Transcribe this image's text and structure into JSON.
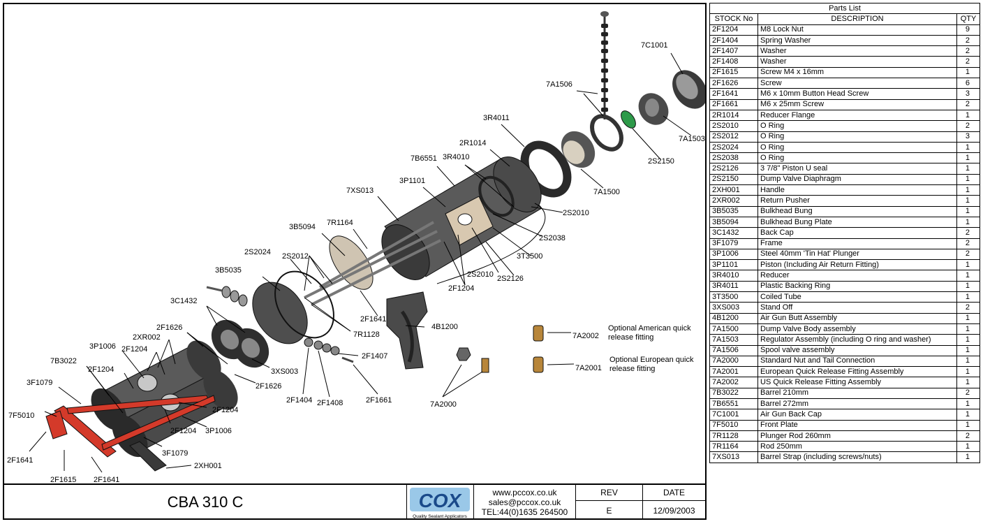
{
  "drawing": {
    "labels": {
      "l_7C1001": "7C1001",
      "l_7A1506": "7A1506",
      "l_7A1503": "7A1503",
      "l_2S2150": "2S2150",
      "l_3R4011": "3R4011",
      "l_7A1500": "7A1500",
      "l_2R1014": "2R1014",
      "l_7B6551": "7B6551",
      "l_3R4010": "3R4010",
      "l_2S2010a": "2S2010",
      "l_3P1101": "3P1101",
      "l_7XS013": "7XS013",
      "l_2S2038": "2S2038",
      "l_3T3500": "3T3500",
      "l_7R1164": "7R1164",
      "l_3B5094": "3B5094",
      "l_2S2010b": "2S2010",
      "l_2S2126": "2S2126",
      "l_2F1204a": "2F1204",
      "l_2S2024": "2S2024",
      "l_2S2012": "2S2012",
      "l_3B5035": "3B5035",
      "l_2F1641a": "2F1641",
      "l_7R1128": "7R1128",
      "l_4B1200": "4B1200",
      "l_3C1432": "3C1432",
      "l_2F1626a": "2F1626",
      "l_2XR002": "2XR002",
      "l_2F1204b": "2F1204",
      "l_3P1006a": "3P1006",
      "l_7B3022": "7B3022",
      "l_2F1204c": "2F1204",
      "l_3F1079a": "3F1079",
      "l_3XS003": "3XS003",
      "l_2F1626b": "2F1626",
      "l_2F1407": "2F1407",
      "l_2F1404": "2F1404",
      "l_2F1408": "2F1408",
      "l_2F1661": "2F1661",
      "l_7A2000": "7A2000",
      "l_7A2002": "7A2002",
      "l_7A2001": "7A2001",
      "l_7F5010": "7F5010",
      "l_2F1204d": "2F1204",
      "l_2F1204e": "2F1204",
      "l_3P1006b": "3P1006",
      "l_3F1079b": "3F1079",
      "l_2F1641b": "2F1641",
      "l_2F1615": "2F1615",
      "l_2F1641c": "2F1641",
      "l_2XH001": "2XH001"
    },
    "notes": {
      "american_1": "Optional American quick",
      "american_2": "release fitting",
      "european_1": "Optional European quick",
      "european_2": "release fitting"
    },
    "colors": {
      "frame": "#d43a2a",
      "diaphragm": "#2e9a4a",
      "body_dark": "#3a3a3a",
      "body_mid": "#6a6a6a",
      "brass": "#b8863a"
    }
  },
  "title_block": {
    "title": "CBA 310 C",
    "logo_text": "COX",
    "logo_tagline": "Quality Sealant Applicators",
    "website": "www.pccox.co.uk",
    "email": "sales@pccox.co.uk",
    "phone": "TEL:44(0)1635 264500",
    "rev_label": "REV",
    "rev_value": "E",
    "date_label": "DATE",
    "date_value": "12/09/2003"
  },
  "parts_list": {
    "caption": "Parts List",
    "headers": {
      "stock": "STOCK No",
      "desc": "DESCRIPTION",
      "qty": "QTY"
    },
    "rows": [
      {
        "stock": "2F1204",
        "desc": "M8 Lock Nut",
        "qty": "9"
      },
      {
        "stock": "2F1404",
        "desc": "Spring Washer",
        "qty": "2"
      },
      {
        "stock": "2F1407",
        "desc": "Washer",
        "qty": "2"
      },
      {
        "stock": "2F1408",
        "desc": "Washer",
        "qty": "2"
      },
      {
        "stock": "2F1615",
        "desc": "Screw M4 x 16mm",
        "qty": "1"
      },
      {
        "stock": "2F1626",
        "desc": "Screw",
        "qty": "6"
      },
      {
        "stock": "2F1641",
        "desc": "M6 x 10mm Button Head Screw",
        "qty": "3"
      },
      {
        "stock": "2F1661",
        "desc": "M6 x 25mm Screw",
        "qty": "2"
      },
      {
        "stock": "2R1014",
        "desc": "Reducer Flange",
        "qty": "1"
      },
      {
        "stock": "2S2010",
        "desc": "O Ring",
        "qty": "2"
      },
      {
        "stock": "2S2012",
        "desc": "O Ring",
        "qty": "3"
      },
      {
        "stock": "2S2024",
        "desc": "O Ring",
        "qty": "1"
      },
      {
        "stock": "2S2038",
        "desc": "O Ring",
        "qty": "1"
      },
      {
        "stock": "2S2126",
        "desc": "3 7/8\" Piston U seal",
        "qty": "1"
      },
      {
        "stock": "2S2150",
        "desc": "Dump Valve Diaphragm",
        "qty": "1"
      },
      {
        "stock": "2XH001",
        "desc": "Handle",
        "qty": "1"
      },
      {
        "stock": "2XR002",
        "desc": "Return Pusher",
        "qty": "1"
      },
      {
        "stock": "3B5035",
        "desc": "Bulkhead Bung",
        "qty": "1"
      },
      {
        "stock": "3B5094",
        "desc": "Bulkhead Bung Plate",
        "qty": "1"
      },
      {
        "stock": "3C1432",
        "desc": "Back Cap",
        "qty": "2"
      },
      {
        "stock": "3F1079",
        "desc": "Frame",
        "qty": "2"
      },
      {
        "stock": "3P1006",
        "desc": "Steel 40mm 'Tin Hat' Plunger",
        "qty": "2"
      },
      {
        "stock": "3P1101",
        "desc": "Piston (Including Air Return Fitting)",
        "qty": "1"
      },
      {
        "stock": "3R4010",
        "desc": "Reducer",
        "qty": "1"
      },
      {
        "stock": "3R4011",
        "desc": "Plastic Backing Ring",
        "qty": "1"
      },
      {
        "stock": "3T3500",
        "desc": "Coiled Tube",
        "qty": "1"
      },
      {
        "stock": "3XS003",
        "desc": "Stand Off",
        "qty": "2"
      },
      {
        "stock": "4B1200",
        "desc": "Air Gun Butt Assembly",
        "qty": "1"
      },
      {
        "stock": "7A1500",
        "desc": "Dump Valve Body assembly",
        "qty": "1"
      },
      {
        "stock": "7A1503",
        "desc": "Regulator Assembly (including O ring and washer)",
        "qty": "1"
      },
      {
        "stock": "7A1506",
        "desc": "Spool valve assembly",
        "qty": "1"
      },
      {
        "stock": "7A2000",
        "desc": "Standard Nut and Tail Connection",
        "qty": "1"
      },
      {
        "stock": "7A2001",
        "desc": "European Quick Release Fitting Assembly",
        "qty": "1"
      },
      {
        "stock": "7A2002",
        "desc": "US Quick Release Fitting Assembly",
        "qty": "1"
      },
      {
        "stock": "7B3022",
        "desc": "Barrel 210mm",
        "qty": "2"
      },
      {
        "stock": "7B6551",
        "desc": "Barrel 272mm",
        "qty": "1"
      },
      {
        "stock": "7C1001",
        "desc": "Air Gun Back Cap",
        "qty": "1"
      },
      {
        "stock": "7F5010",
        "desc": "Front Plate",
        "qty": "1"
      },
      {
        "stock": "7R1128",
        "desc": "Plunger Rod 260mm",
        "qty": "2"
      },
      {
        "stock": "7R1164",
        "desc": "Rod 250mm",
        "qty": "1"
      },
      {
        "stock": "7XS013",
        "desc": "Barrel Strap (including screws/nuts)",
        "qty": "1"
      }
    ]
  }
}
